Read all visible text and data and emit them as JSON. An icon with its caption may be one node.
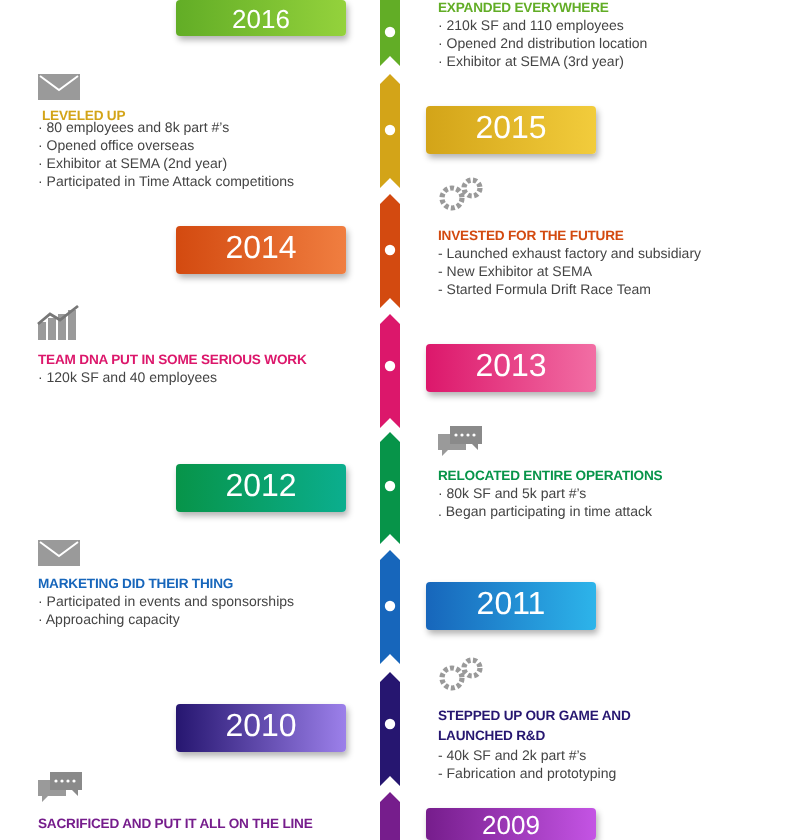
{
  "diagram": {
    "nodes": [
      {
        "text": [
          "2016"
        ]
      },
      {
        "text": [
          "2015"
        ]
      },
      {
        "text": [
          "2014"
        ]
      },
      {
        "text": [
          "2013"
        ]
      },
      {
        "text": [
          "2012"
        ]
      },
      {
        "text": [
          "2011"
        ]
      },
      {
        "text": [
          "2010"
        ]
      },
      {
        "text": [
          "2009"
        ]
      }
    ],
    "labels": [
      "EXPANDED EVERYWHERE",
      "· 210k SF and 110 employees",
      "· Opened 2nd distribution location",
      "· Exhibitor at SEMA (3rd year)",
      "LEVELED UP",
      "· 80 employees and 8k part #’s",
      "· Opened office overseas",
      "· Exhibitor at SEMA (2nd year)",
      "· Participated in Time Attack competitions",
      "INVESTED FOR THE FUTURE",
      "- Launched exhaust factory and subsidiary",
      "- New Exhibitor at SEMA",
      "- Started Formula Drift Race Team",
      "TEAM DNA PUT IN SOME SERIOUS WORK",
      "· 120k SF and 40 employees",
      "RELOCATED ENTIRE OPERATIONS",
      "· 80k SF and 5k part #’s",
      ". Began participating in time attack",
      "MARKETING DID THEIR THING",
      "· Participated in events and sponsorships",
      "· Approaching capacity",
      "STEPPED UP OUR GAME AND LAUNCHED R&D",
      "- 40k SF and 2k part #’s",
      "- Fabrication and prototyping",
      "SACRIFICED AND PUT IT ALL ON THE LINE"
    ]
  }
}
